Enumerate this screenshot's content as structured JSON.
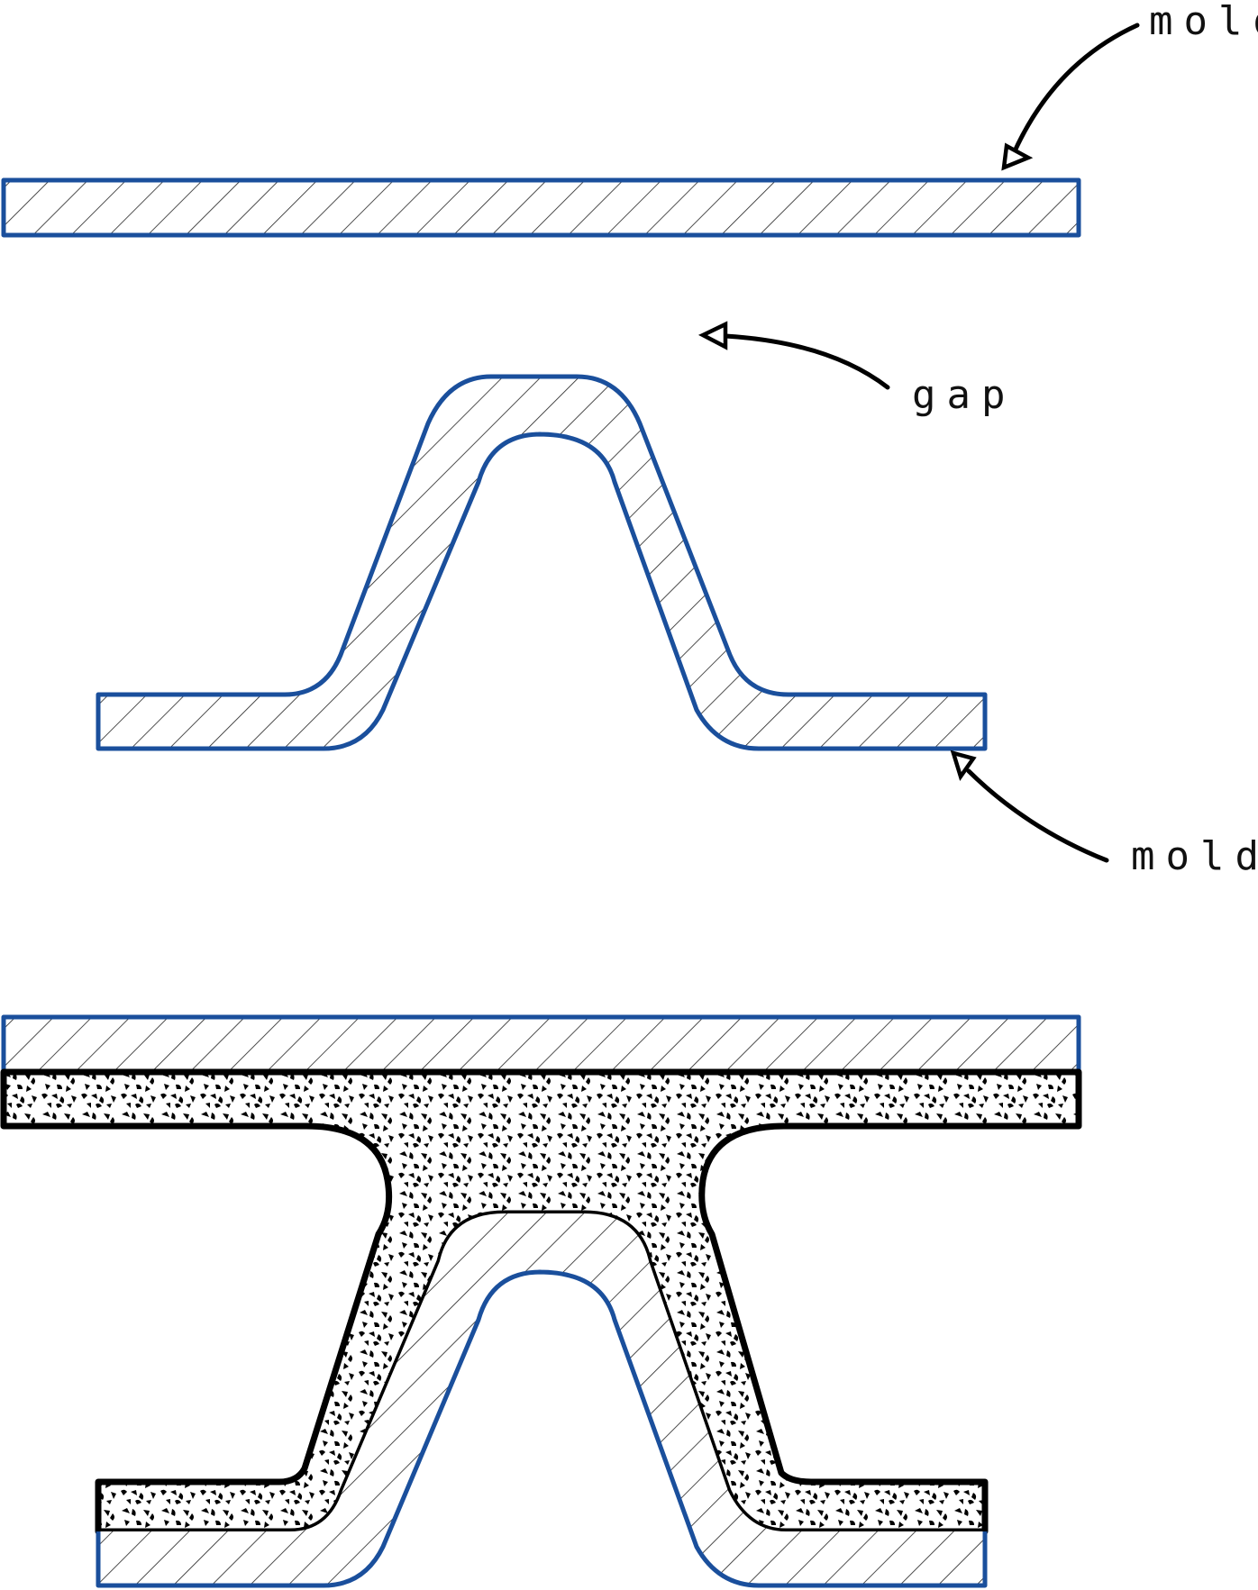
{
  "labels": {
    "mold_top": "mold",
    "gap": "gap",
    "mold_bottom": "mold"
  },
  "colors": {
    "mold_stroke": "#1a4f9c",
    "hatch_line": "#222222",
    "foam_stroke": "#000000",
    "arrow": "#000000",
    "background": "#ffffff"
  }
}
